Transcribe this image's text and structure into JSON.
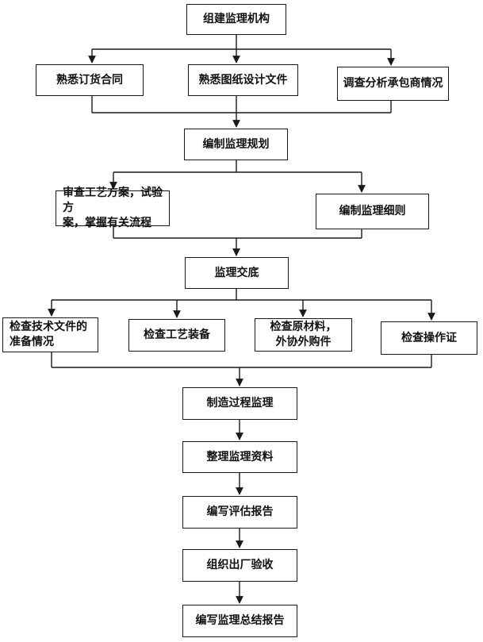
{
  "diagram": {
    "type": "flowchart",
    "line_color": "#1a1a1a",
    "nodes": {
      "form_org": "组建监理机构",
      "familiar_contract": "熟悉订货合同",
      "familiar_drawings": "熟悉图纸设计文件",
      "survey_contractor": "调查分析承包商情况",
      "prepare_plan": "编制监理规划",
      "review_process": "审查工艺方案，试验方\n案，掌握有关流程",
      "prepare_rules": "编制监理细则",
      "briefing": "监理交底",
      "check_tech_docs": "检查技术文件的\n准备情况",
      "check_equipment": "检查工艺装备",
      "check_materials": "检查原材料，\n外协外购件",
      "check_certificates": "检查操作证",
      "manufacturing_supervision": "制造过程监理",
      "organize_data": "整理监理资料",
      "write_assessment": "编写评估报告",
      "factory_acceptance": "组织出厂验收",
      "write_summary": "编写监理总结报告"
    }
  }
}
